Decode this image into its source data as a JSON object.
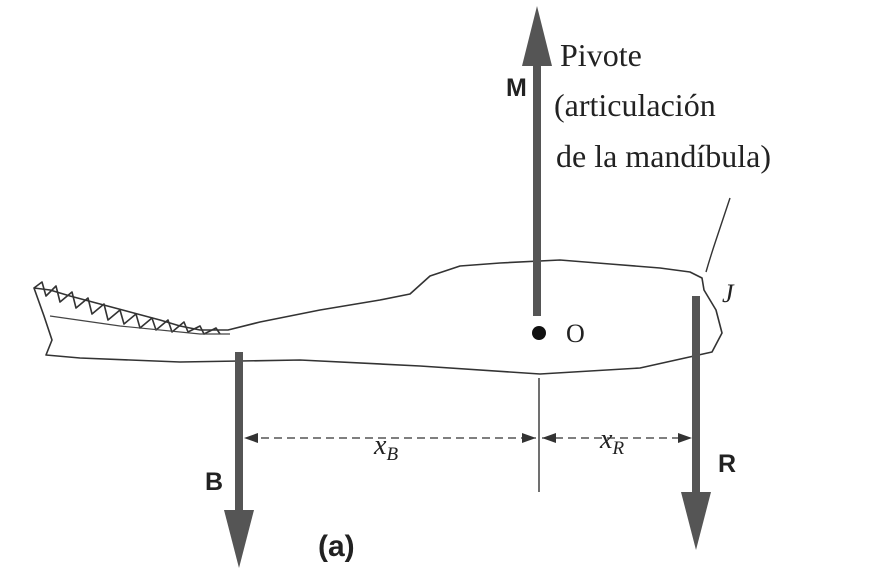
{
  "figure": {
    "forces": {
      "M": "M",
      "B": "B",
      "R": "R"
    },
    "pivot": {
      "line1": "Pivote",
      "line2": "(articulación",
      "line3": "de la mandíbula)"
    },
    "points": {
      "O": "O",
      "J": "J"
    },
    "distances": {
      "xB": "x",
      "xB_sub": "B",
      "xR": "x",
      "xR_sub": "R"
    },
    "caption": "(a)"
  },
  "colors": {
    "arrow": "#555555",
    "ink": "#222222"
  }
}
